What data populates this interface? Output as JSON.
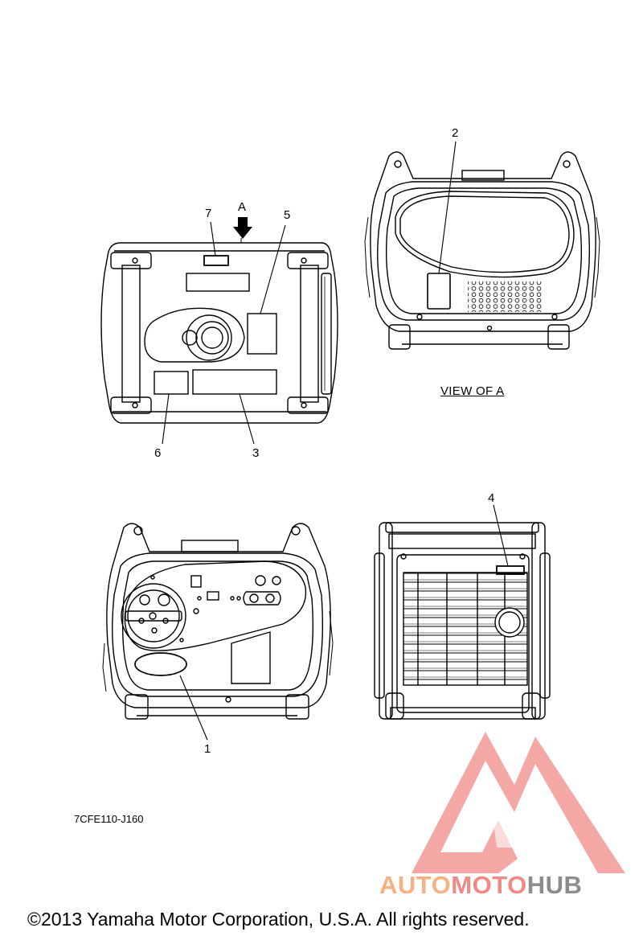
{
  "callouts": {
    "c1": "1",
    "c2": "2",
    "c3": "3",
    "c4": "4",
    "c5": "5",
    "c6": "6",
    "c7": "7",
    "arrow": "A"
  },
  "view_label": "VIEW OF A",
  "diagram_code": "7CFE110-J160",
  "watermark": {
    "part1": "AUTO",
    "part2": "MOTO",
    "part3": "HUB",
    "color1": "#f5b183",
    "color2": "#f08a86",
    "color3": "#8c8c8c"
  },
  "copyright": "©2013 Yamaha Motor Corporation, U.S.A. All rights reserved."
}
